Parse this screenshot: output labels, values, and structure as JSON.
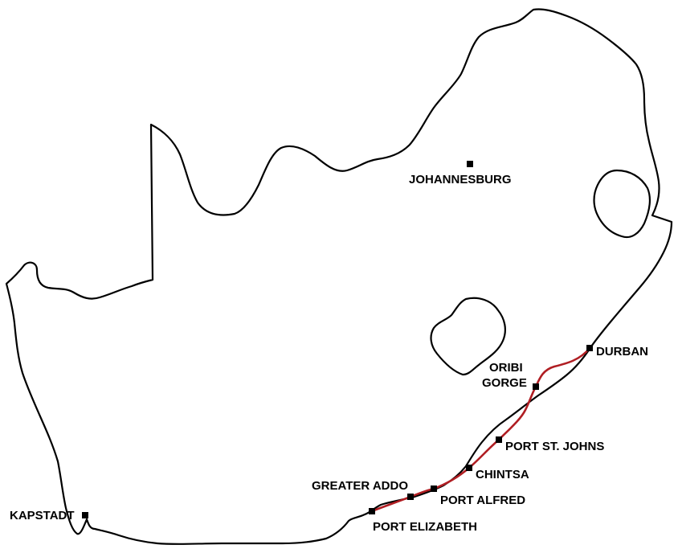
{
  "colors": {
    "background": "#ffffff",
    "outline": "#000000",
    "route": "#b01e23",
    "marker": "#000000"
  },
  "cities": {
    "johannesburg": "JOHANNESBURG",
    "durban": "DURBAN",
    "oribi_gorge_1": "ORIBI",
    "oribi_gorge_2": "GORGE",
    "port_st_johns": "PORT ST. JOHNS",
    "chintsa": "CHINTSA",
    "greater_addo": "GREATER ADDO",
    "port_alfred": "PORT ALFRED",
    "port_elizabeth": "PORT ELIZABETH",
    "kapstadt": "KAPSTADT"
  }
}
